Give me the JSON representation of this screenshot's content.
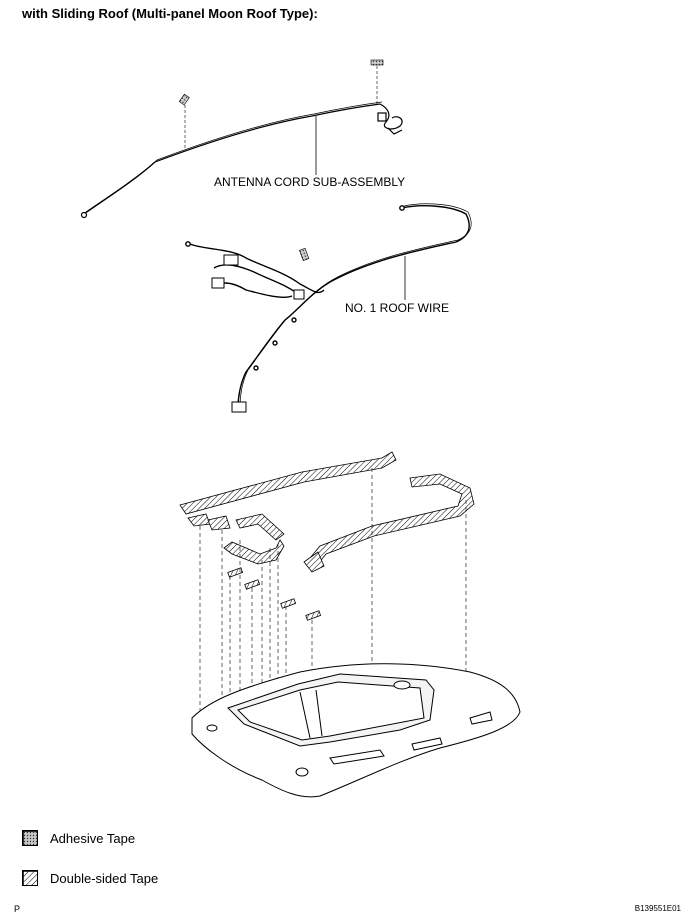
{
  "heading": "with Sliding Roof (Multi-panel Moon Roof Type):",
  "parts": {
    "antenna": "ANTENNA CORD SUB-ASSEMBLY",
    "roof_wire": "NO. 1 ROOF WIRE"
  },
  "legend": [
    {
      "label": "Adhesive Tape",
      "pattern": "adhesive"
    },
    {
      "label": "Double-sided Tape",
      "pattern": "double-sided"
    }
  ],
  "footer": {
    "left": "P",
    "right": "B139551E01"
  }
}
